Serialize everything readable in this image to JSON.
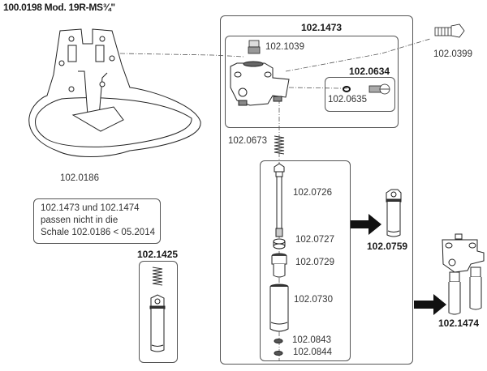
{
  "title": "100.0198 Mod. 19R-MS¾\"",
  "parts": {
    "bowl": "102.0186",
    "valve_assembly": "102.1473",
    "plug": "102.1039",
    "screw": "102.0399",
    "seal_set": "102.0634",
    "o_ring": "102.0635",
    "spring": "102.0673",
    "stem": "102.0726",
    "washer": "102.0727",
    "nut": "102.0729",
    "sleeve": "102.0730",
    "small_washer_1": "102.0843",
    "small_washer_2": "102.0844",
    "valve_complete": "102.0759",
    "spring_sleeve_kit": "102.1425",
    "double_valve": "102.1474"
  },
  "note": {
    "line1": "102.1473 und 102.1474",
    "line2": "passen nicht in die",
    "line3": "Schale 102.0186 < 05.2014"
  },
  "colors": {
    "line": "#333333",
    "box_border": "#555555",
    "fill_dark": "#222222",
    "fill_light": "#f2f2f2"
  }
}
